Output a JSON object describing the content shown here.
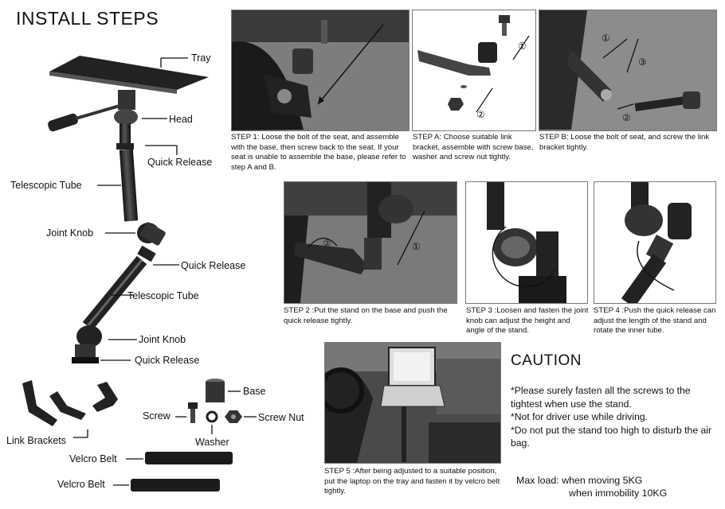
{
  "title": "INSTALL STEPS",
  "stand_labels": {
    "tray": "Tray",
    "head": "Head",
    "quick_release_1": "Quick Release",
    "telescopic_tube_1": "Telescopic Tube",
    "joint_knob_1": "Joint Knob",
    "quick_release_2": "Quick Release",
    "telescopic_tube_2": "Telescopic Tube",
    "joint_knob_2": "Joint Knob",
    "quick_release_3": "Quick Release"
  },
  "parts_labels": {
    "link_brackets": "Link Brackets",
    "velcro_belt_1": "Velcro Belt",
    "velcro_belt_2": "Velcro Belt",
    "base": "Base",
    "screw": "Screw",
    "screw_nut": "Screw Nut",
    "washer": "Washer"
  },
  "step_markers": {
    "n1": "①",
    "n2": "②",
    "n3": "③"
  },
  "steps": {
    "step1": "STEP 1: Loose the bolt of the seat, and assemble with the base, then screw back to the seat. If your seat is unable to assemble the base, please refer to step A and B.",
    "stepA": "STEP A: Choose suitable link bracket, assemble with screw base, washer and screw nut tightly.",
    "stepB": "STEP B: Loose the bolt of seat, and screw the link bracket tightly.",
    "step2": "STEP 2 :Put the stand on the base and push the quick release tightly.",
    "step3": "STEP 3 :Loosen and fasten the joint knob can adjust the height and angle of the stand.",
    "step4": "STEP 4 :Push the quick release can adjust the length of the stand and rotate the inner tube.",
    "step5": "STEP 5 :After being adjusted to a suitable position, put the laptop on the tray and fasten it by velcro belt tightly."
  },
  "caution": {
    "title": "CAUTION",
    "items": [
      "*Please surely fasten all the screws to the tightest when use the stand.",
      "*Not  for driver use while driving.",
      "*Do not put the stand too high to disturb the air bag."
    ],
    "max_load_label": "Max load:",
    "moving": "when moving  5KG",
    "immobility": "when immobility 10KG"
  }
}
